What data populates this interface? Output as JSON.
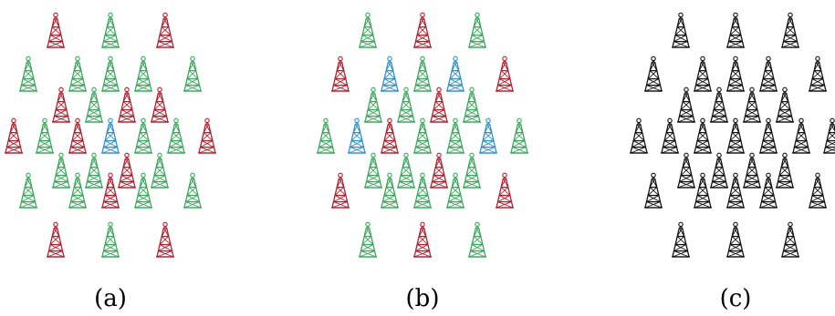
{
  "colors": {
    "red": "#b01f2e",
    "green": "#3aa65a",
    "blue": "#2f8fc8",
    "black": "#111111"
  },
  "legend_of_codes": {
    "R": "red",
    "G": "green",
    "B": "blue",
    "K": "black"
  },
  "panels": [
    {
      "caption": "(a)",
      "towers": [
        "R",
        "G",
        "R",
        "G",
        "G",
        "G",
        "G",
        "G",
        "R",
        "G",
        "R",
        "R",
        "R",
        "G",
        "R",
        "B",
        "G",
        "G",
        "R",
        "G",
        "G",
        "R",
        "G",
        "G",
        "G",
        "R",
        "G",
        "G",
        "R",
        "G",
        "R"
      ]
    },
    {
      "caption": "(b)",
      "towers": [
        "G",
        "R",
        "G",
        "R",
        "B",
        "G",
        "B",
        "R",
        "G",
        "G",
        "R",
        "G",
        "G",
        "B",
        "R",
        "G",
        "G",
        "B",
        "G",
        "G",
        "G",
        "R",
        "G",
        "R",
        "G",
        "G",
        "G",
        "R",
        "G",
        "R",
        "G"
      ]
    },
    {
      "caption": "(c)",
      "towers": [
        "K",
        "K",
        "K",
        "K",
        "K",
        "K",
        "K",
        "K",
        "K",
        "K",
        "K",
        "K",
        "K",
        "K",
        "K",
        "K",
        "K",
        "K",
        "K",
        "K",
        "K",
        "K",
        "K",
        "K",
        "K",
        "K",
        "K",
        "K",
        "K",
        "K",
        "K"
      ]
    }
  ]
}
